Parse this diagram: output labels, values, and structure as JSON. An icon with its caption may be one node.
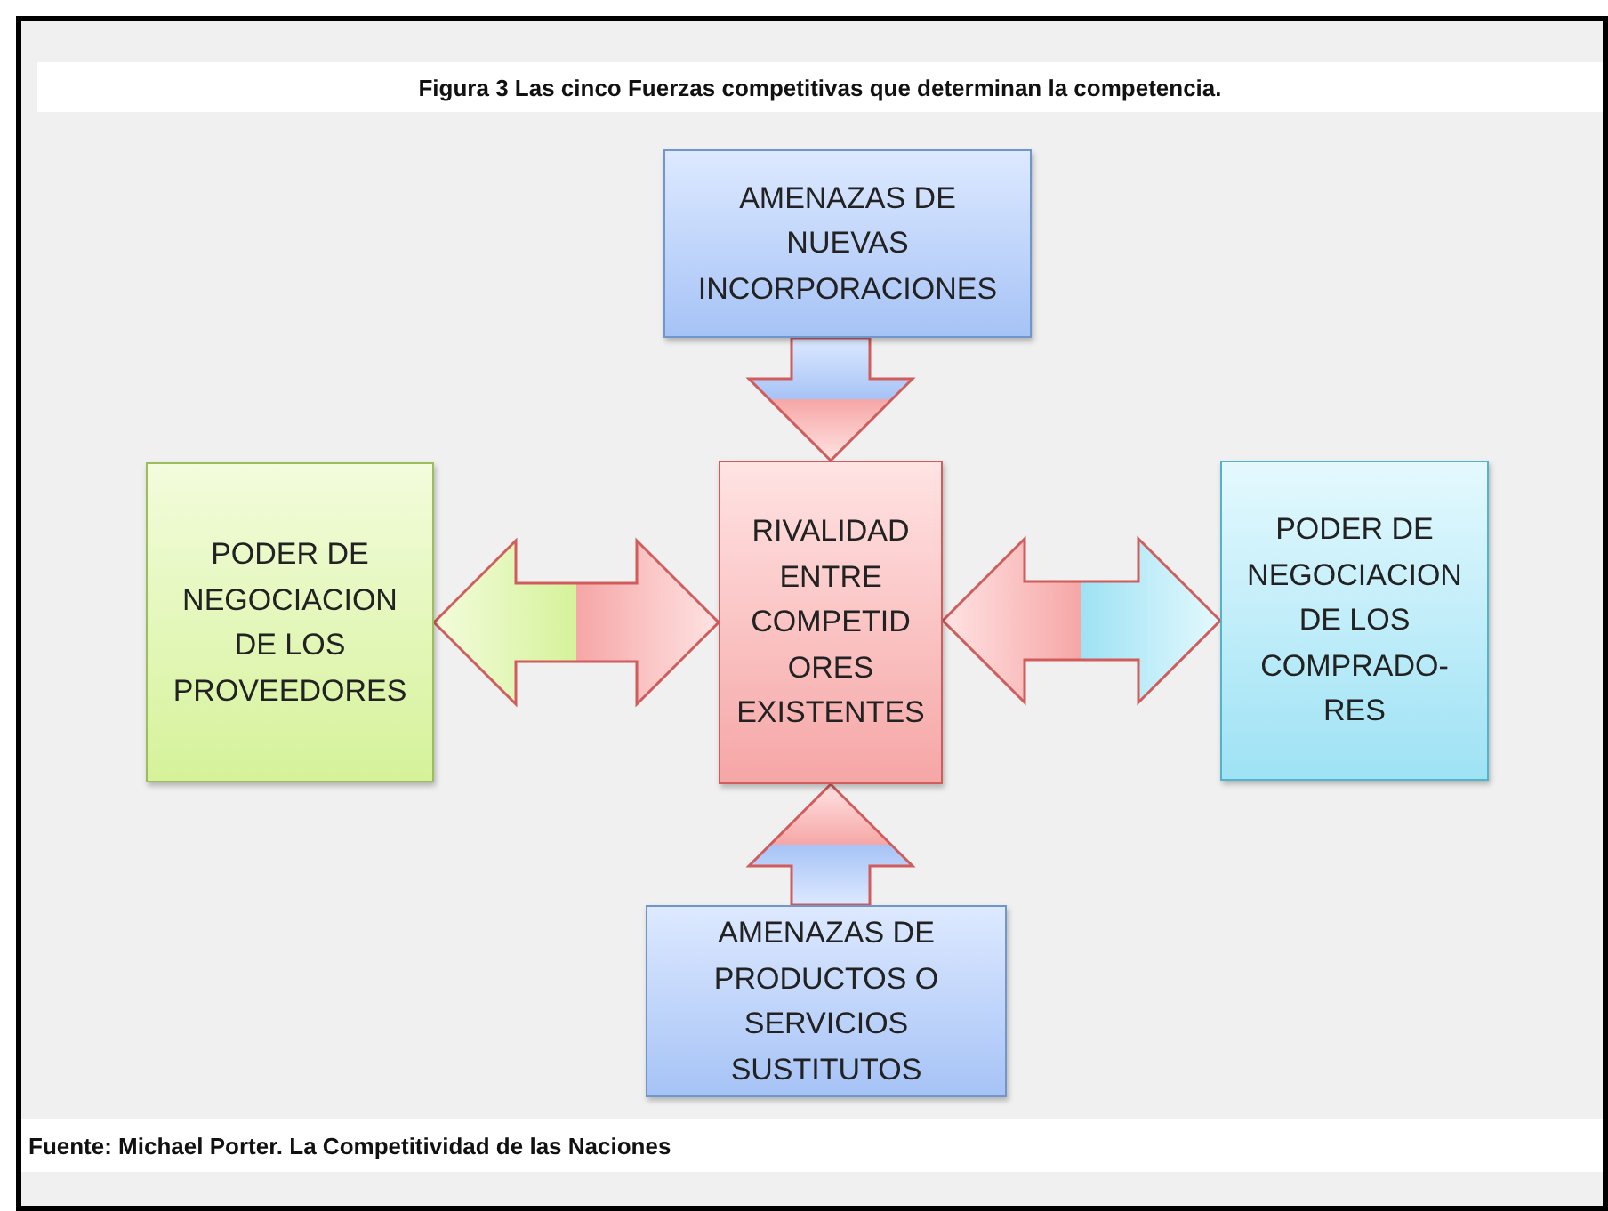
{
  "diagram": {
    "title": "Figura 3 Las cinco Fuerzas competitivas que determinan la competencia.",
    "nodes": [
      {
        "text": [
          "AMENAZAS DE NUEVAS INCORPORACIONES"
        ]
      },
      {
        "text": [
          "PODER DE NEGOCIACION DE LOS PROVEEDORES"
        ]
      },
      {
        "text": [
          "RIVALIDAD ENTRE COMPETID ORES EXISTENTES"
        ]
      },
      {
        "text": [
          "PODER DE NEGOCIACION DE LOS COMPRADO- RES"
        ]
      },
      {
        "text": [
          "AMENAZAS DE PRODUCTOS O SERVICIOS SUSTITUTOS"
        ]
      }
    ],
    "edges": [
      {
        "from": 0,
        "to": 2,
        "arrow": "to"
      },
      {
        "from": 1,
        "to": 2,
        "arrow": "both"
      },
      {
        "from": 3,
        "to": 2,
        "arrow": "both"
      },
      {
        "from": 4,
        "to": 2,
        "arrow": "to"
      }
    ],
    "caption": "Fuente: Michael Porter. La Competitividad de las Naciones"
  }
}
